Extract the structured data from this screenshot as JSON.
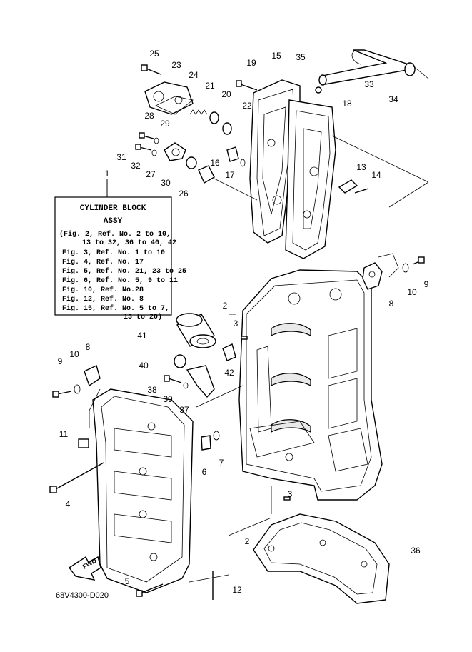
{
  "box": {
    "title": "CYLINDER BLOCK",
    "subtitle": "ASSY",
    "lines": [
      "(Fig. 2, Ref. No. 2 to 10,",
      "13 to 32, 36 to 40, 42",
      "Fig. 3, Ref. No. 1 to 10",
      "Fig. 4, Ref. No. 17",
      "Fig. 5, Ref. No. 21, 23 to 25",
      "Fig. 6, Ref. No. 5, 9 to 11",
      "Fig. 10, Ref. No.28",
      "Fig. 12, Ref. No. 8",
      "Fig. 15, Ref. No. 5 to 7,",
      "13 to 20)"
    ]
  },
  "fwd_label": "FWD",
  "drawing_code": "68V4300-D020",
  "callouts": [
    "1",
    "2",
    "2",
    "3",
    "3",
    "4",
    "5",
    "6",
    "7",
    "8",
    "8",
    "9",
    "9",
    "10",
    "10",
    "11",
    "12",
    "13",
    "14",
    "15",
    "16",
    "17",
    "18",
    "19",
    "20",
    "21",
    "22",
    "23",
    "24",
    "25",
    "26",
    "27",
    "28",
    "29",
    "30",
    "31",
    "32",
    "33",
    "34",
    "35",
    "36",
    "37",
    "38",
    "39",
    "40",
    "41",
    "42"
  ]
}
